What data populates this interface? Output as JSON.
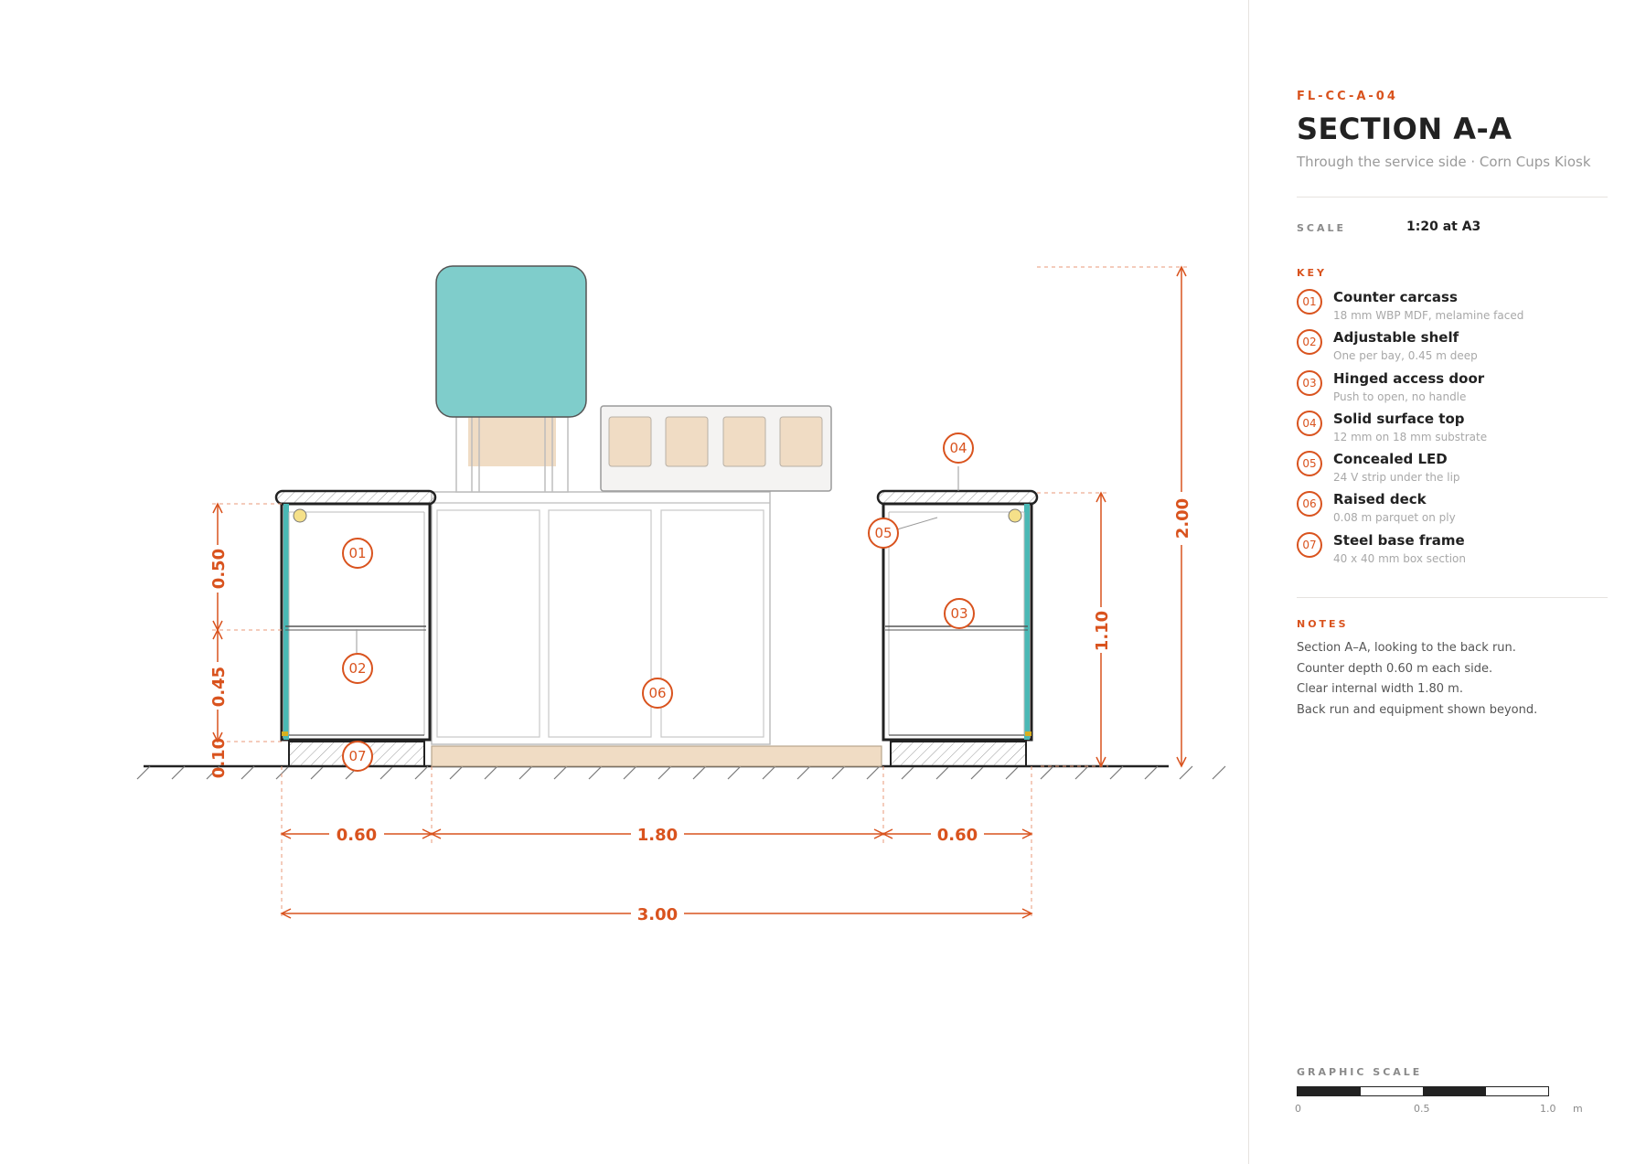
{
  "sheet": {
    "code": "FL-CC-A-04",
    "title": "SECTION A-A",
    "subtitle": "Through the service side · Corn Cups Kiosk",
    "scale_label": "SCALE",
    "scale_value": "1:20 at A3"
  },
  "key": {
    "title": "KEY",
    "items": [
      {
        "number": "01",
        "name": "Counter carcass",
        "desc": "18 mm WBP MDF, melamine faced"
      },
      {
        "number": "02",
        "name": "Adjustable shelf",
        "desc": "One per bay, 0.45 m deep"
      },
      {
        "number": "03",
        "name": "Hinged access door",
        "desc": "Push to open, no handle"
      },
      {
        "number": "04",
        "name": "Solid surface top",
        "desc": "12 mm on 18 mm substrate"
      },
      {
        "number": "05",
        "name": "Concealed LED",
        "desc": "24 V strip under the lip"
      },
      {
        "number": "06",
        "name": "Raised deck",
        "desc": "0.08 m parquet on ply"
      },
      {
        "number": "07",
        "name": "Steel base frame",
        "desc": "40 x 40 mm box section"
      }
    ]
  },
  "notes": {
    "title": "NOTES",
    "lines": [
      "Section A–A, looking to the back run.",
      "Counter depth 0.60 m each side.",
      "Clear internal width 1.80 m.",
      "Back run and equipment shown beyond."
    ]
  },
  "graphic_scale": {
    "title": "GRAPHIC SCALE",
    "ticks": [
      "0",
      "0.5",
      "1.0"
    ],
    "unit": "m"
  },
  "dimensions": {
    "left_width": "0.60",
    "center_width": "1.80",
    "right_width": "0.60",
    "overall_width": "3.00",
    "upper_height": "0.50",
    "shelf_height": "0.45",
    "base_height": "0.10",
    "counter_height": "1.10",
    "overall_height": "2.00"
  },
  "tags": {
    "t01": "01",
    "t02": "02",
    "t03": "03",
    "t04": "04",
    "t05": "05",
    "t06": "06",
    "t07": "07"
  },
  "colors": {
    "accent": "#d9531e",
    "teal": "#7fcdcb",
    "deck": "#f0dcc4",
    "line": "#222222"
  }
}
